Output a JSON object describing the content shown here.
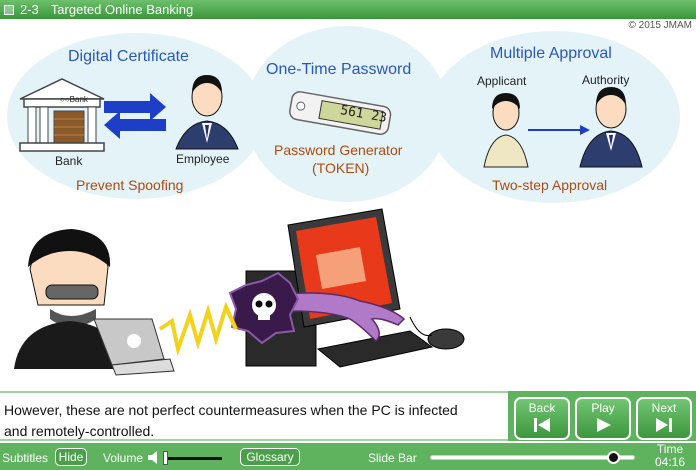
{
  "title_bar": {
    "section": "2-3",
    "title": "Targeted Online Banking"
  },
  "copyright": "© 2015 JMAM",
  "concepts": {
    "digital_certificate": {
      "heading": "Digital Certificate",
      "bank_label": "Bank",
      "bank_sign": "○○Bank",
      "employee_label": "Employee",
      "result": "Prevent Spoofing"
    },
    "one_time_password": {
      "heading": "One-Time Password",
      "token_display": "561 23",
      "result_line1": "Password Generator",
      "result_line2": "(TOKEN)"
    },
    "multiple_approval": {
      "heading": "Multiple Approval",
      "applicant_label": "Applicant",
      "authority_label": "Authority",
      "result": "Two-step Approval"
    }
  },
  "subtitle": {
    "line1": "However, these are not perfect countermeasures when the PC is infected",
    "line2": "and remotely-controlled."
  },
  "nav": {
    "back_label": "Back",
    "play_label": "Play",
    "next_label": "Next"
  },
  "controls": {
    "subtitles_label": "Subtitles",
    "hide_button": "Hide",
    "volume_label": "Volume",
    "glossary_button": "Glossary",
    "slide_bar_label": "Slide Bar",
    "time_label": "Time",
    "time_value": "04:16"
  },
  "colors": {
    "bar_green": "#5fb35f",
    "ellipse_fill": "#e3f3f8",
    "heading_blue": "#2a57b8",
    "result_orange": "#b04a10"
  }
}
